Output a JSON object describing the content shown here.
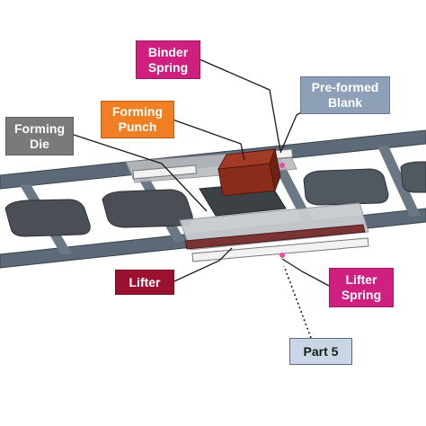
{
  "labels": {
    "binder_spring": "Binder\nSpring",
    "preformed_blank": "Pre-formed\nBlank",
    "forming_punch": "Forming\nPunch",
    "forming_die": "Forming\nDie",
    "lifter": "Lifter",
    "lifter_spring": "Lifter\nSpring",
    "part5": "Part 5"
  },
  "colors": {
    "binder_spring": "#d0207f",
    "preformed_blank": "#8da0b8",
    "forming_punch": "#ef7f22",
    "forming_die": "#7a7a7a",
    "lifter": "#9a1230",
    "lifter_spring": "#d0207f",
    "part5": "#c9d6e6",
    "rail": "#556270",
    "blank": "#4a4f55",
    "punch": "#8a2c1c"
  }
}
